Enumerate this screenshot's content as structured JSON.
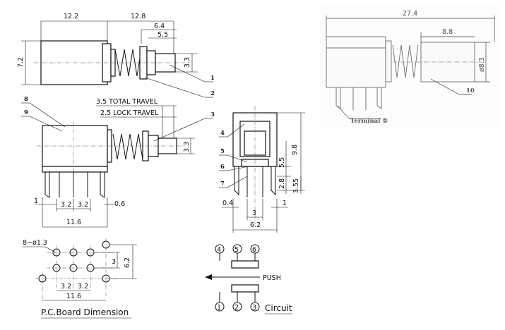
{
  "top_view": {
    "dims": {
      "left_width": "12.2",
      "plunger_length": "12.8",
      "dim_6_4": "6.4",
      "dim_5_5": "5.5",
      "height_7_2": "7.2",
      "stem_3_3": "3.3"
    },
    "callouts": {
      "c1": "1",
      "c2": "2"
    }
  },
  "side_view": {
    "total_travel": "3.5 TOTAL TRAVEL",
    "lock_travel": "2.5 LOCK TRAVEL",
    "dims": {
      "stem_3_3": "3.3",
      "pitch_a": "3.2",
      "pitch_b": "3.2",
      "edge_1": "1",
      "edge_0_6": "0.6",
      "width": "11.6"
    },
    "callouts": {
      "c8": "8",
      "c9a": "9",
      "c3": "3"
    }
  },
  "front_view": {
    "dims": {
      "h_9_8": "9.8",
      "h_5_5": "5.5",
      "h_2_8": "2.8",
      "h_3_55": "3.55",
      "w_0_4": "0.4",
      "w_3": "3",
      "w_1": "1",
      "w_6_2": "6.2"
    },
    "callouts": {
      "c4": "4",
      "c5": "5",
      "c6": "6",
      "c7": "7"
    }
  },
  "pcb": {
    "holes_label": "8~ø1.3",
    "dims": {
      "row_3": "3",
      "height_6_2": "6.2",
      "pitch_a": "3.2",
      "pitch_b": "3.2",
      "width": "11.6"
    },
    "title": "P.C.Board Dimension"
  },
  "circuit": {
    "pins_top": [
      "4",
      "5",
      "6"
    ],
    "pins_bottom": [
      "1",
      "2",
      "3"
    ],
    "push_label": "PUSH",
    "title": "Circuit"
  },
  "photo": {
    "dims": {
      "length": "27.4",
      "cap_length": "8.8",
      "diameter": "ø8.3"
    },
    "callout": "10",
    "terminal_label": "Terminal ①"
  }
}
